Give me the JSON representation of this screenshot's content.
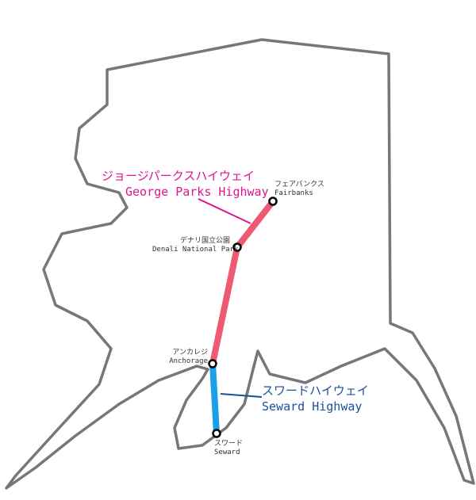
{
  "colors": {
    "outline": "#777777",
    "parks_route": "#ee5a72",
    "seward_route": "#1aa0e8",
    "parks_label": "#e0158c",
    "seward_label": "#1a4f9c"
  },
  "highways": [
    {
      "name_ja": "ジョージパークスハイウェイ",
      "name_en": "George Parks Highway"
    },
    {
      "name_ja": "スワードハイウェイ",
      "name_en": "Seward Highway"
    }
  ],
  "cities": [
    {
      "name_ja": "フェアバンクス",
      "name_en": "Fairbanks"
    },
    {
      "name_ja": "デナリ国立公園",
      "name_en": "Denali National Park"
    },
    {
      "name_ja": "アンカレジ",
      "name_en": "Anchorage"
    },
    {
      "name_ja": "スワード",
      "name_en": "Seward"
    }
  ]
}
